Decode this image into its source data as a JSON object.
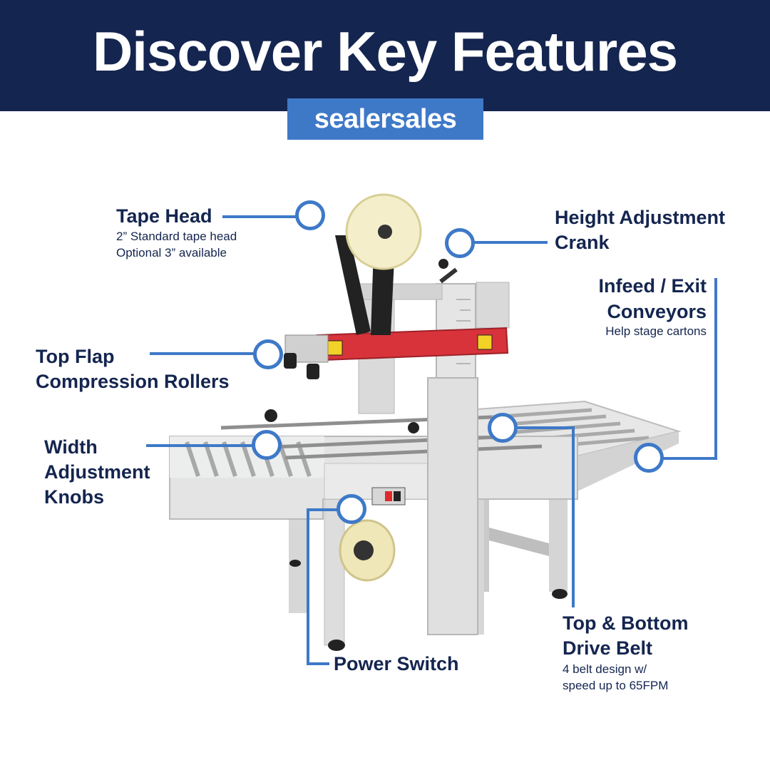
{
  "header": {
    "title": "Discover Key Features",
    "brand": "sealersales"
  },
  "features": {
    "tape_head": {
      "title": "Tape Head",
      "line1": "2” Standard tape head",
      "line2": "Optional 3” available"
    },
    "height_adjustment": {
      "line1": "Height Adjustment",
      "line2": "Crank"
    },
    "infeed_exit": {
      "line1": "Infeed / Exit",
      "line2": "Conveyors",
      "detail": "Help stage cartons"
    },
    "top_flap": {
      "line1": "Top Flap",
      "line2": "Compression Rollers"
    },
    "width_adjustment": {
      "line1": "Width",
      "line2": "Adjustment",
      "line3": "Knobs"
    },
    "drive_belt": {
      "line1": "Top & Bottom",
      "line2": "Drive Belt",
      "detail1": "4 belt design w/",
      "detail2": "speed up to 65FPM"
    },
    "power_switch": {
      "title": "Power Switch"
    }
  },
  "colors": {
    "navy": "#14254f",
    "accent_blue": "#3e79c8",
    "machine_gray": "#dfe0df",
    "machine_red": "#d8333b"
  }
}
